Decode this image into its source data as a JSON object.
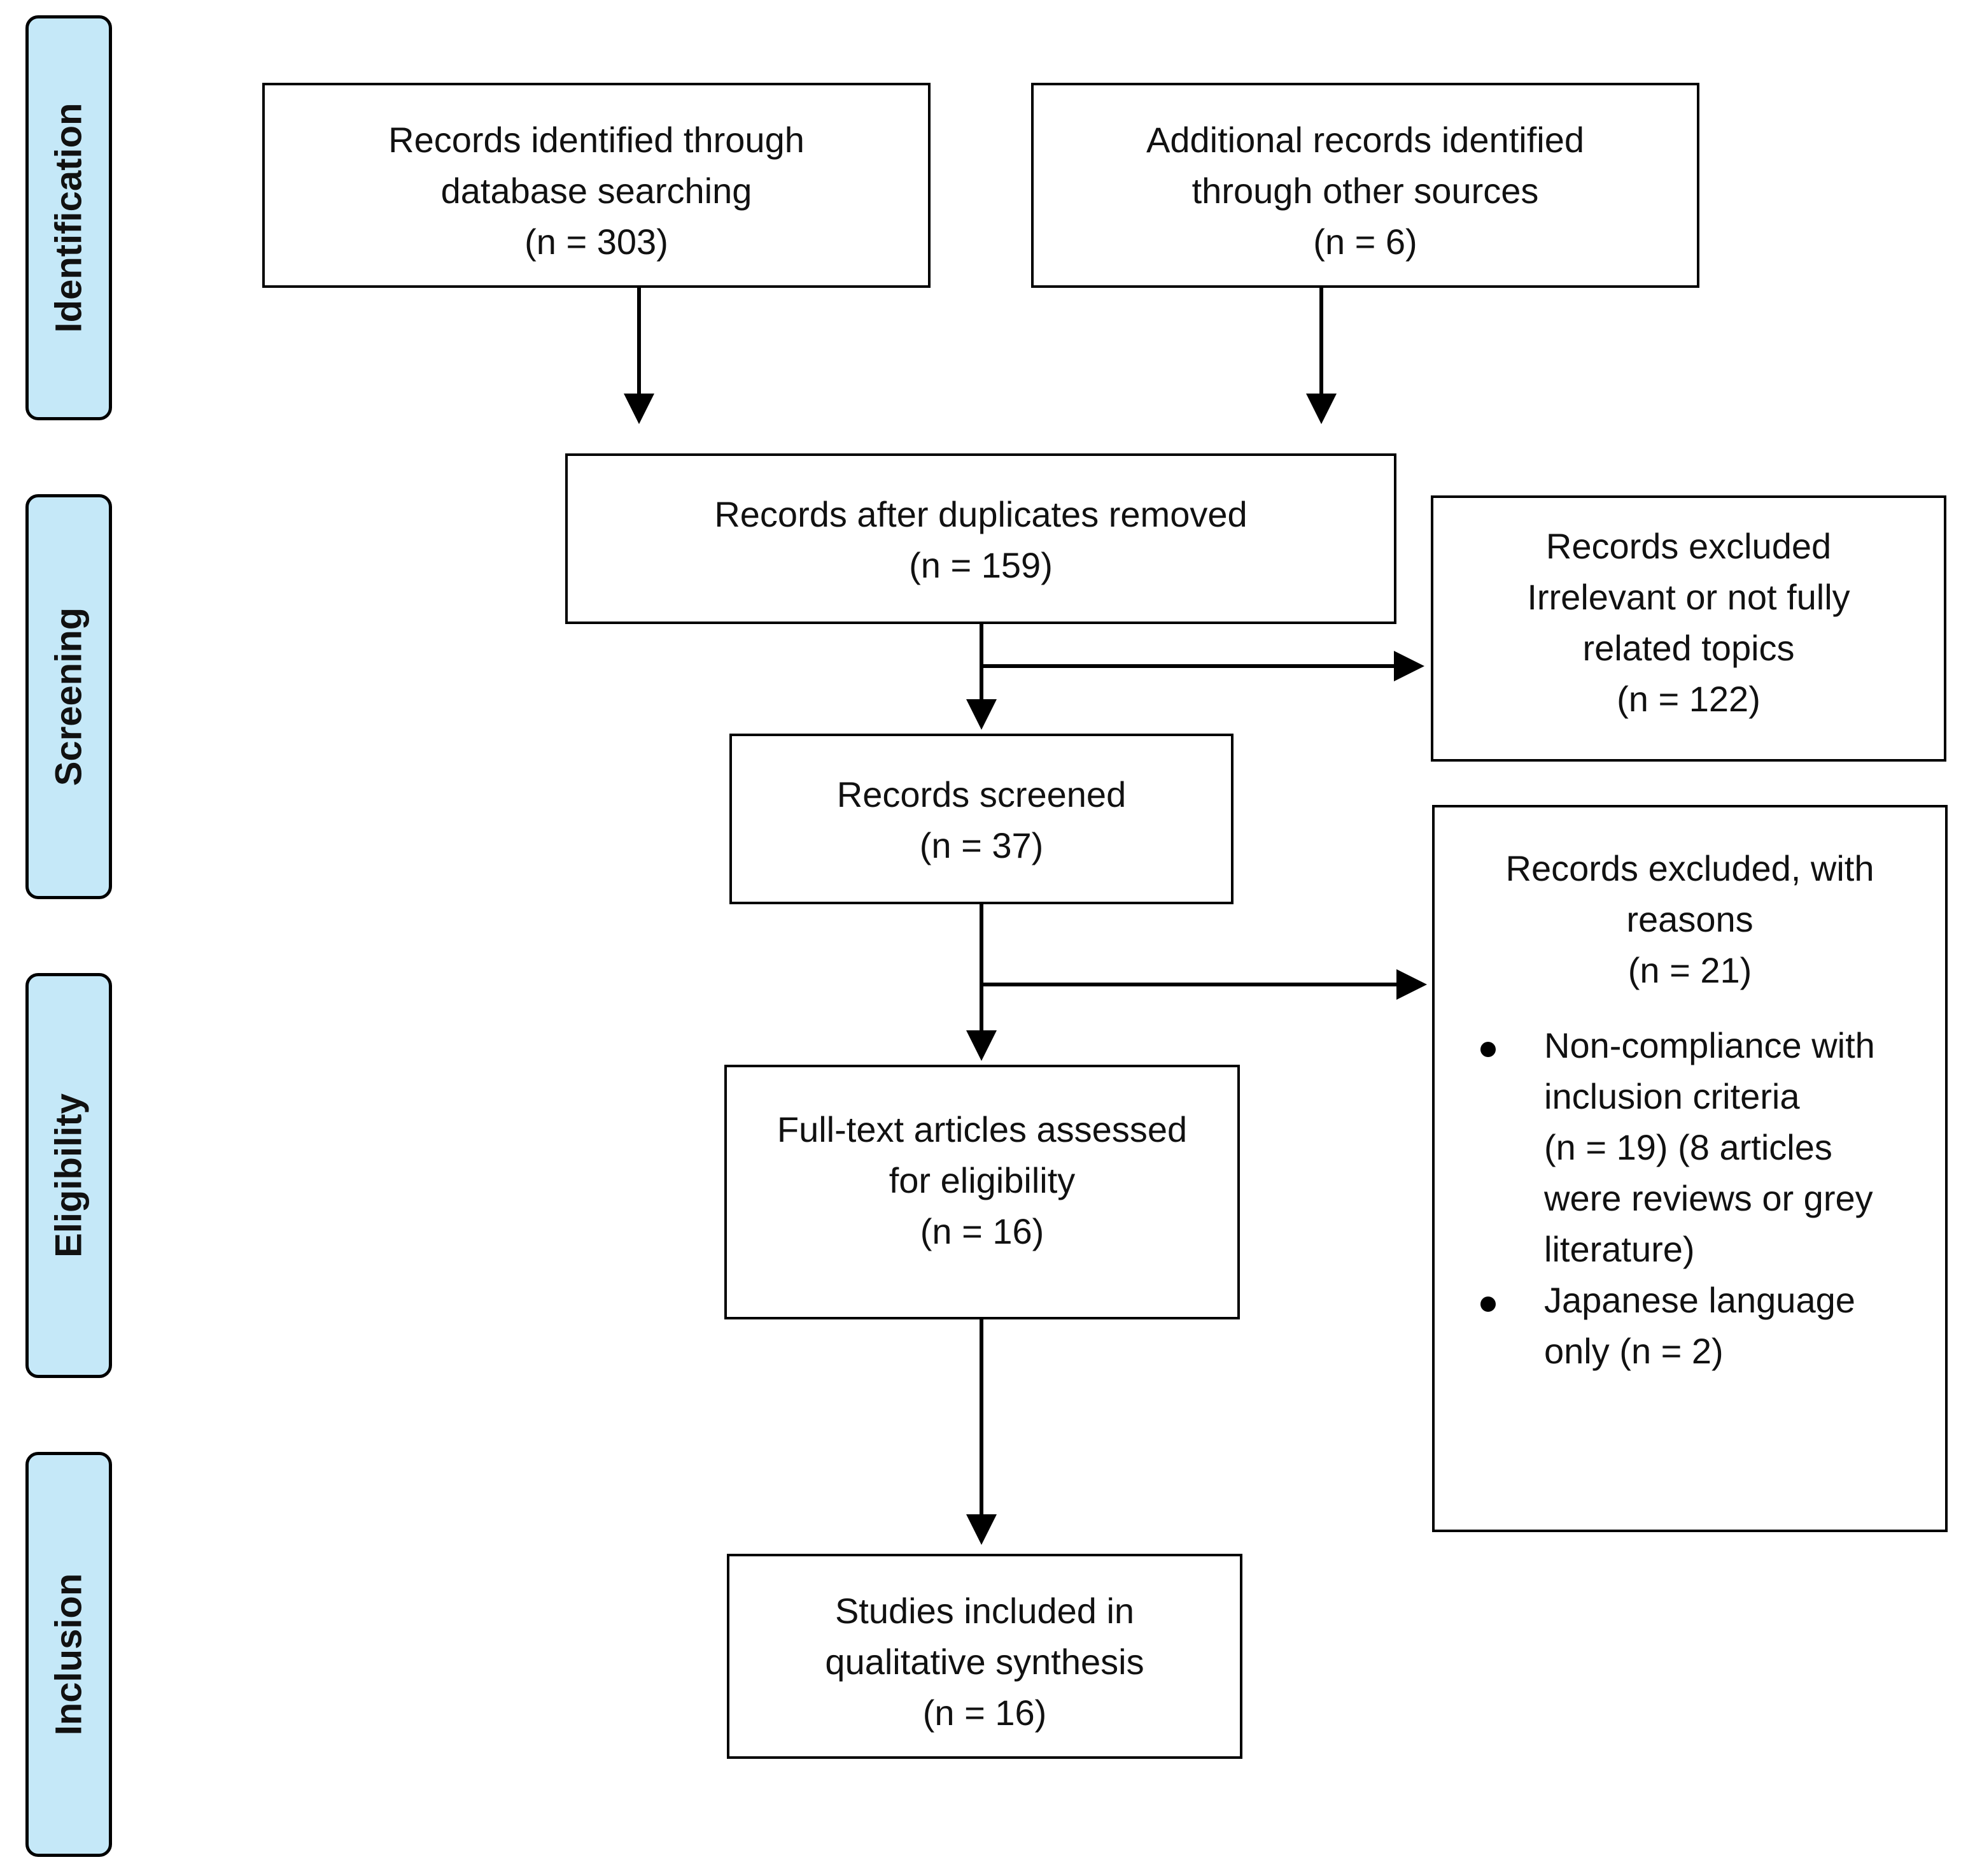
{
  "phases": {
    "identification": "Identification",
    "screening": "Screening",
    "eligibility": "Eligibility",
    "inclusion": "Inclusion"
  },
  "boxes": {
    "database": {
      "lines": [
        "Records identified through",
        "database searching",
        "(n = 303)"
      ]
    },
    "other_sources": {
      "lines": [
        "Additional records identified",
        "through other sources",
        "(n = 6)"
      ]
    },
    "after_duplicates": {
      "lines": [
        "Records after duplicates removed",
        "(n = 159)"
      ]
    },
    "excluded_irrelevant": {
      "lines": [
        "Records excluded",
        "Irrelevant or not fully",
        "related topics",
        "(n = 122)"
      ]
    },
    "screened": {
      "lines": [
        "Records screened",
        "(n = 37)"
      ]
    },
    "excluded_reasons": {
      "lines": [
        "Records excluded, with",
        "reasons",
        "(n = 21)"
      ],
      "bullets": [
        {
          "lines": [
            "Non-compliance with",
            "inclusion criteria",
            "(n = 19) (8 articles",
            "were reviews or grey",
            "literature)"
          ]
        },
        {
          "lines": [
            "Japanese language",
            "only (n = 2)"
          ]
        }
      ]
    },
    "full_text": {
      "lines": [
        "Full-text articles assessed",
        "for eligibility",
        "(n = 16)"
      ]
    },
    "included": {
      "lines": [
        "Studies included in",
        "qualitative synthesis",
        "(n = 16)"
      ]
    }
  },
  "colors": {
    "phase_fill": "#c5e8f8",
    "stroke": "#000000"
  }
}
